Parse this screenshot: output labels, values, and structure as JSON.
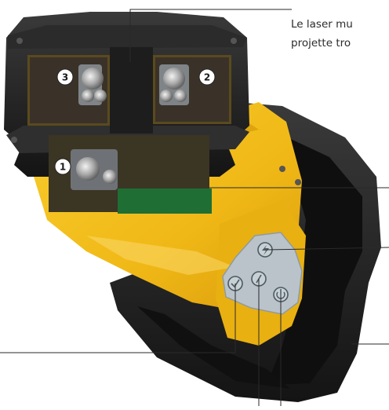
{
  "caption": {
    "line1": "Le laser mu",
    "line2": "projette tro"
  },
  "markers": {
    "one": "1",
    "two": "2",
    "three": "3"
  },
  "buttons": {
    "top": "bolt-icon",
    "left": "check-icon",
    "middle": "slash-icon",
    "right": "power-icon"
  },
  "colors": {
    "housing_yellow": "#f3bf1a",
    "rubber_black": "#1e1e1e",
    "keypad_grey": "#b9c3c9"
  }
}
